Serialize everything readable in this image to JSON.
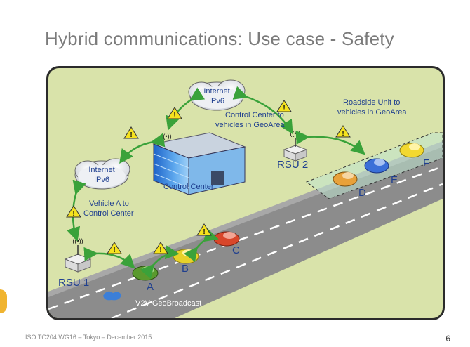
{
  "slide": {
    "title": "Hybrid communications: Use case - Safety",
    "footer": "ISO TC204 WG16  –  Tokyo  – December 2015",
    "page_number": "6"
  },
  "diagram": {
    "clouds": [
      {
        "line1": "Internet",
        "line2": "IPv6"
      },
      {
        "line1": "Internet",
        "line2": "IPv6"
      }
    ],
    "labels": {
      "control_center_to_vehicles_1": "Control Center to",
      "control_center_to_vehicles_2": "vehicles in GeoArea",
      "roadside_unit_to_vehicles_1": "Roadside Unit to",
      "roadside_unit_to_vehicles_2": "vehicles in GeoArea",
      "vehicle_a_to_cc_1": "Vehicle A to",
      "vehicle_a_to_cc_2": "Control Center",
      "control_center": "Control Center",
      "rsu1": "RSU 1",
      "rsu2": "RSU 2",
      "v2v": "V2V GeoBroadcast"
    },
    "vehicles": [
      {
        "id": "A",
        "color": "#5a9a2e"
      },
      {
        "id": "B",
        "color": "#e8d22a"
      },
      {
        "id": "C",
        "color": "#d8462a"
      },
      {
        "id": "D",
        "color": "#e8a13a"
      },
      {
        "id": "E",
        "color": "#3a6fd8"
      },
      {
        "id": "F",
        "color": "#f2d830"
      }
    ],
    "colors": {
      "background": "#d9e3aa",
      "road": "#8c8c8c",
      "arrow": "#3aa23a",
      "label_blue": "#1f3f8f",
      "warning": "#f5e21e"
    }
  }
}
